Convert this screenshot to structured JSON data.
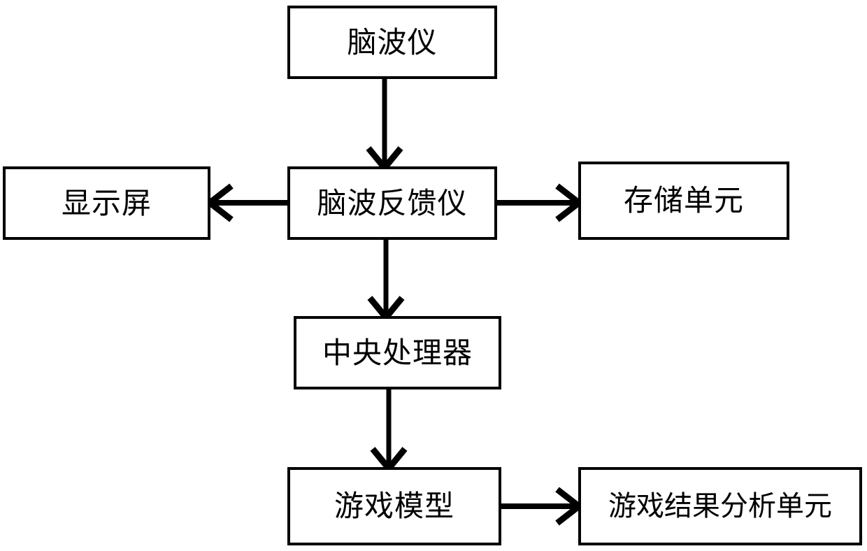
{
  "diagram": {
    "type": "block-diagram",
    "orientation": "top-down",
    "background_color": "#ffffff",
    "stroke_color": "#000000",
    "nodes": [
      {
        "id": "eeg",
        "label": "脑波仪",
        "shape": "rectangle"
      },
      {
        "id": "feedback",
        "label": "脑波反馈仪",
        "shape": "rectangle"
      },
      {
        "id": "display",
        "label": "显示屏",
        "shape": "rectangle"
      },
      {
        "id": "storage",
        "label": "存储单元",
        "shape": "rectangle"
      },
      {
        "id": "cpu",
        "label": "中央处理器",
        "shape": "rectangle"
      },
      {
        "id": "game",
        "label": "游戏模型",
        "shape": "rectangle"
      },
      {
        "id": "analysis",
        "label": "游戏结果分析单元",
        "shape": "rectangle"
      }
    ],
    "edges": [
      {
        "from": "eeg",
        "to": "feedback",
        "direction": "down",
        "arrowhead": "open-v",
        "label": ""
      },
      {
        "from": "feedback",
        "to": "display",
        "direction": "left",
        "arrowhead": "open-v",
        "label": ""
      },
      {
        "from": "feedback",
        "to": "storage",
        "direction": "right",
        "arrowhead": "open-v",
        "label": ""
      },
      {
        "from": "feedback",
        "to": "cpu",
        "direction": "down",
        "arrowhead": "open-v",
        "label": ""
      },
      {
        "from": "cpu",
        "to": "game",
        "direction": "down",
        "arrowhead": "open-v",
        "label": ""
      },
      {
        "from": "game",
        "to": "analysis",
        "direction": "right",
        "arrowhead": "open-v",
        "label": ""
      }
    ]
  }
}
